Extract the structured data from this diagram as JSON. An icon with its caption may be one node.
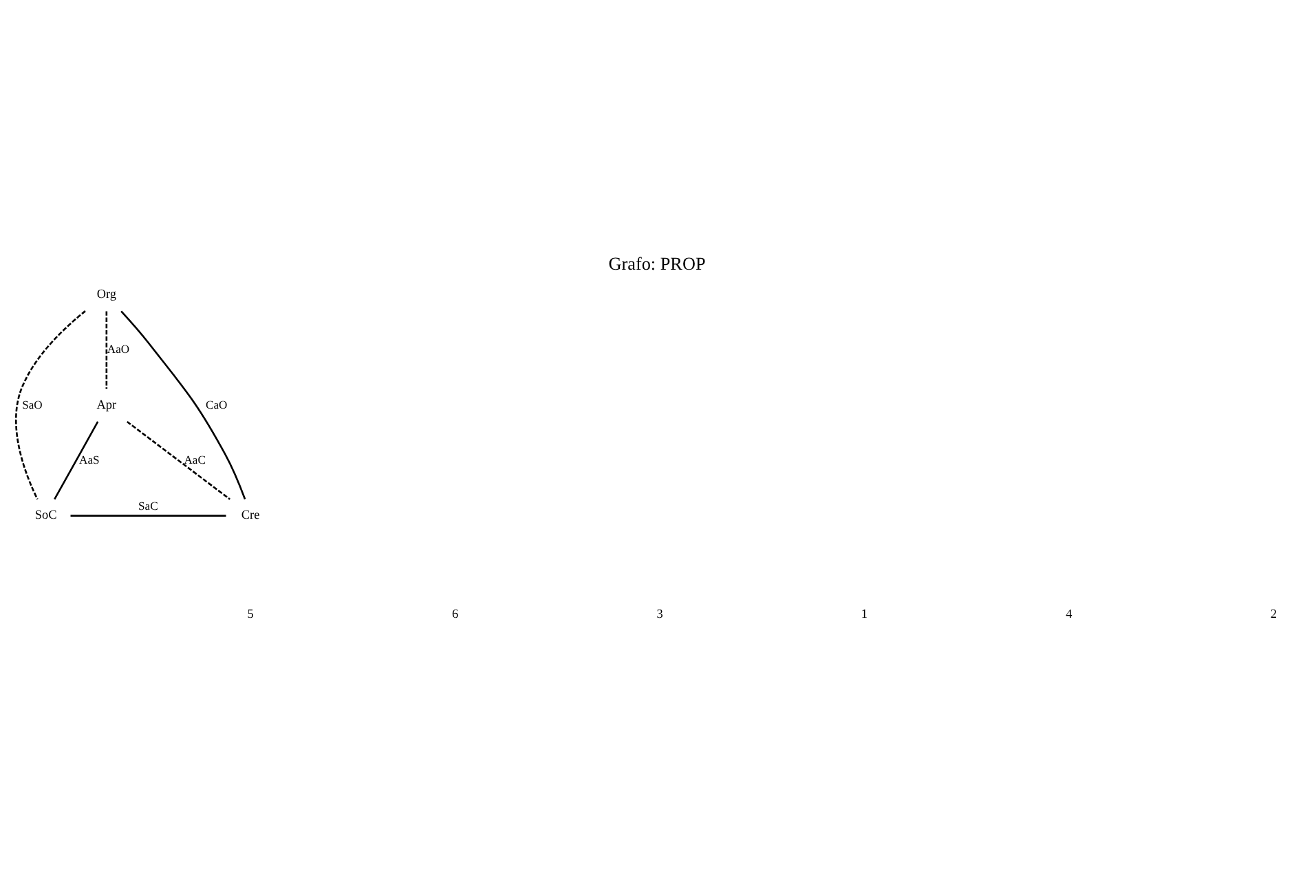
{
  "diagram": {
    "title": "Grafo: PROP",
    "nodes": [
      {
        "text": [
          "Org"
        ]
      },
      {
        "text": [
          "Apr"
        ]
      },
      {
        "text": [
          "SoC"
        ]
      },
      {
        "text": [
          "Cre"
        ]
      }
    ],
    "edges": [
      {
        "from": 0,
        "to": 2,
        "arrow": "none",
        "label": "SaO",
        "style": "dashed"
      },
      {
        "from": 0,
        "to": 1,
        "arrow": "none",
        "label": "AaO",
        "style": "dashed"
      },
      {
        "from": 0,
        "to": 3,
        "arrow": "none",
        "label": "CaO"
      },
      {
        "from": 1,
        "to": 2,
        "arrow": "none",
        "label": "AaS"
      },
      {
        "from": 1,
        "to": 3,
        "arrow": "none",
        "label": "AaC",
        "style": "dashed"
      },
      {
        "from": 2,
        "to": 3,
        "arrow": "none",
        "label": "SaC"
      }
    ],
    "labels": [
      "5",
      "6",
      "3",
      "1",
      "4",
      "2"
    ]
  }
}
